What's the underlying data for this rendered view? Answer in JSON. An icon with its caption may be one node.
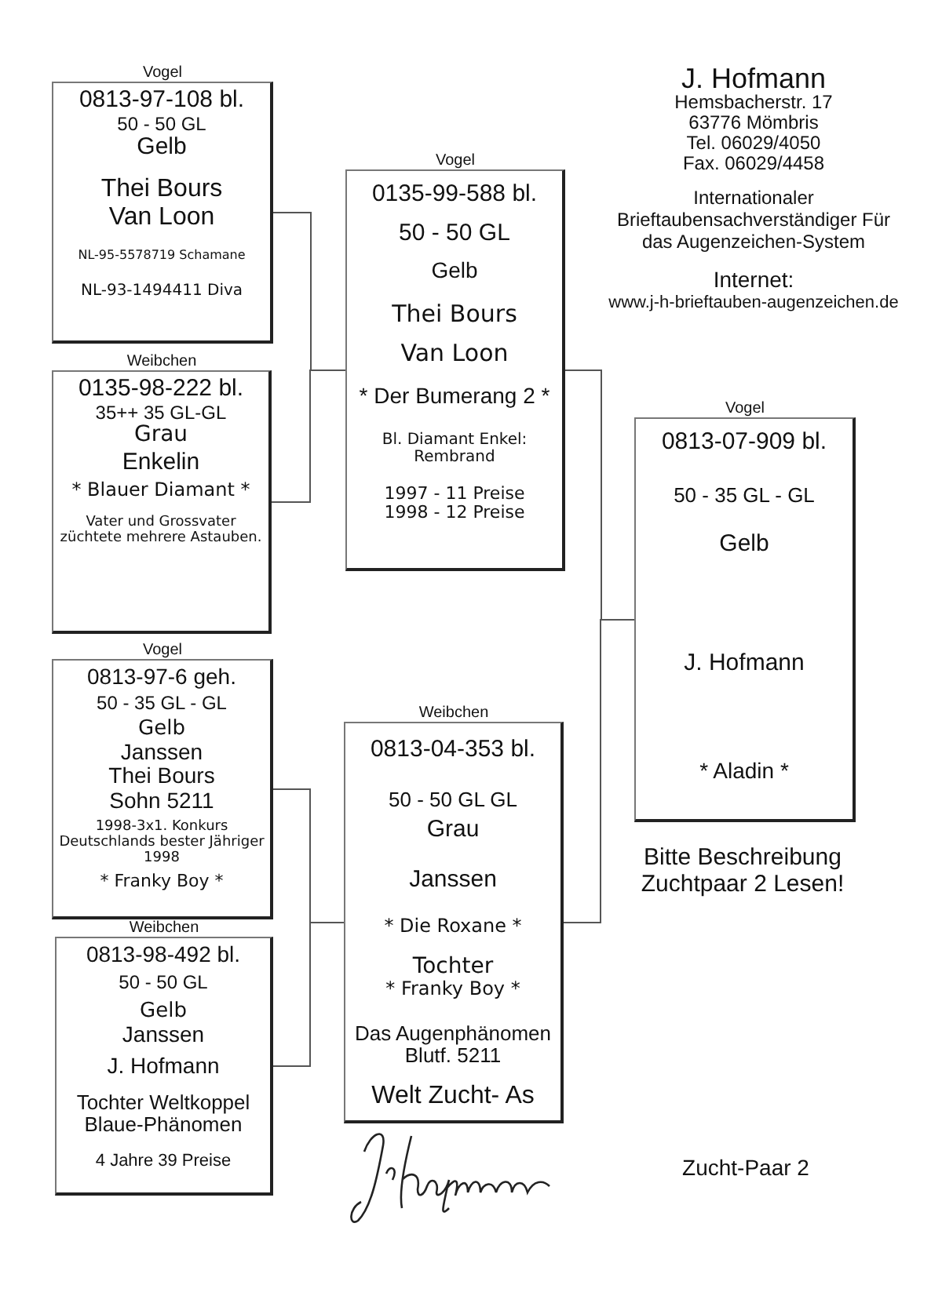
{
  "diagram": {
    "nodes": [
      {
        "text": [
          "Vogel",
          "0813-97-108 bl.",
          "50 - 50 GL",
          "Gelb",
          "Thei Bours",
          "Van Loon",
          "NL-95-5578719 Schamane",
          "NL-93-1494411 Diva"
        ]
      },
      {
        "text": [
          "Weibchen",
          "0135-98-222 bl.",
          "35++ 35 GL-GL",
          "Grau",
          "Enkelin",
          "* Blauer Diamant *",
          "Vater und Grossvater züchtete mehrere Astauben."
        ]
      },
      {
        "text": [
          "Vogel",
          "0813-97-6 geh.",
          "50 - 35 GL - GL",
          "Gelb",
          "Janssen",
          "Thei Bours",
          "Sohn 5211",
          "1998-3x1. Konkurs Deutschlands bester Jähriger 1998",
          "* Franky Boy *"
        ]
      },
      {
        "text": [
          "Weibchen",
          "0813-98-492 bl.",
          "50 - 50 GL",
          "Gelb",
          "Janssen",
          "J. Hofmann",
          "Tochter Weltkoppel Blaue-Phänomen",
          "4 Jahre 39 Preise"
        ]
      },
      {
        "text": [
          "Vogel",
          "0135-99-588 bl.",
          "50 - 50 GL",
          "Gelb",
          "Thei Bours",
          "Van Loon",
          "* Der Bumerang 2 *",
          "Bl. Diamant Enkel: Rembrand",
          "1997 - 11 Preise",
          "1998 - 12 Preise"
        ]
      },
      {
        "text": [
          "Weibchen",
          "0813-04-353 bl.",
          "50 - 50 GL GL",
          "Grau",
          "Janssen",
          "* Die Roxane *",
          "Tochter",
          "* Franky Boy *",
          "Das Augenphänomen Blutf. 5211",
          "Welt Zucht- As"
        ]
      },
      {
        "text": [
          "Vogel",
          "0813-07-909 bl.",
          "50 - 35 GL - GL",
          "Gelb",
          "J. Hofmann",
          "* Aladin *"
        ]
      }
    ],
    "edges": [
      {
        "from": 0,
        "to": 4,
        "arrow": "none"
      },
      {
        "from": 1,
        "to": 4,
        "arrow": "none"
      },
      {
        "from": 2,
        "to": 5,
        "arrow": "none"
      },
      {
        "from": 3,
        "to": 5,
        "arrow": "none"
      },
      {
        "from": 4,
        "to": 6,
        "arrow": "none"
      },
      {
        "from": 5,
        "to": 6,
        "arrow": "none"
      }
    ],
    "labels": [
      "J. Hofmann",
      "Hemsbacherstr. 17",
      "63776 Mömbris",
      "Tel. 06029/4050",
      "Fax. 06029/4458",
      "Internationaler Brieftaubensachverständiger Für das Augenzeichen-System",
      "Internet:",
      "www.j-h-brieftauben-augenzeichen.de",
      "Bitte Beschreibung Zuchtpaar 2 Lesen!",
      "Zucht-Paar 2"
    ]
  }
}
